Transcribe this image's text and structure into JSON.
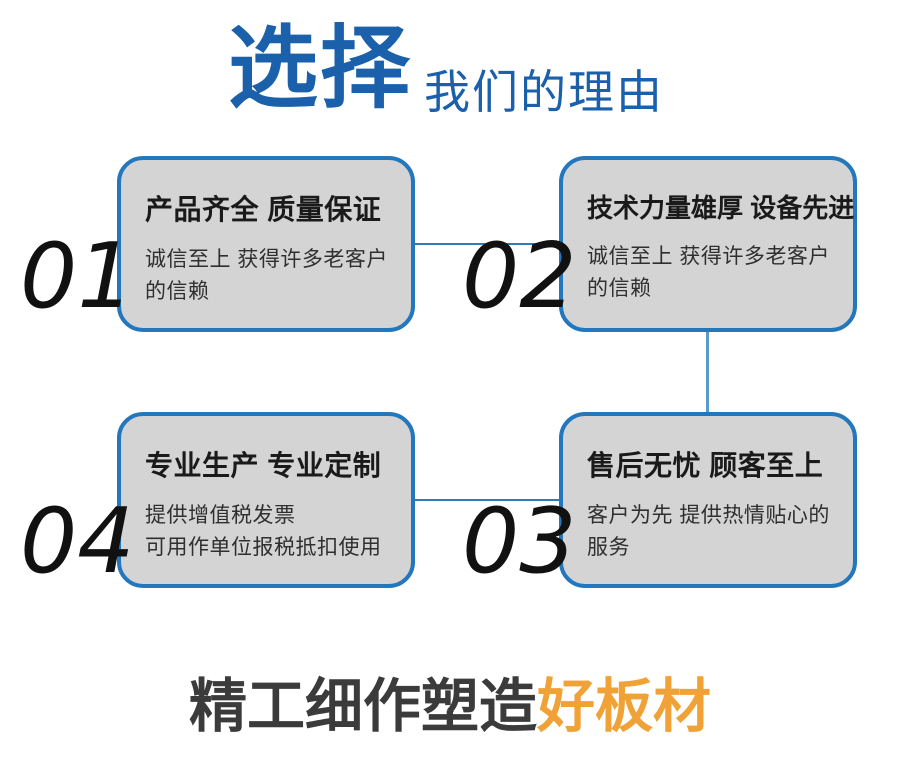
{
  "header": {
    "title_main": "选择",
    "title_sub": "我们的理由"
  },
  "cards": [
    {
      "number": "01",
      "title": "产品齐全 质量保证",
      "desc": "诚信至上 获得许多老客户\n的信赖"
    },
    {
      "number": "02",
      "title": "技术力量雄厚 设备先进",
      "desc": "诚信至上 获得许多老客户\n的信赖"
    },
    {
      "number": "03",
      "title": "售后无忧 顾客至上",
      "desc": "客户为先 提供热情贴心的\n服务"
    },
    {
      "number": "04",
      "title": "专业生产 专业定制",
      "desc": "提供增值税发票\n可用作单位报税抵扣使用"
    }
  ],
  "footer": {
    "slogan_dark": "精工细作塑造",
    "slogan_accent": "好板材"
  },
  "colors": {
    "accent-blue": "#1A60AB",
    "card-border": "#2277BD",
    "card-bg": "#D4D4D4",
    "connector": "#5B9BC9",
    "connector-thin": "#2E7CB8",
    "number-color": "#111111",
    "slogan-dark": "#3B3B3B",
    "slogan-accent": "#F0A236"
  }
}
